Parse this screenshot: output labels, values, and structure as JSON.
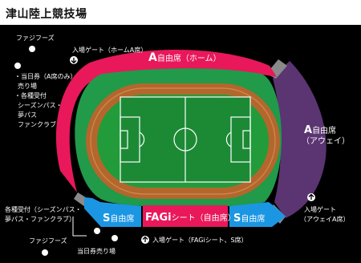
{
  "header": {
    "title": "津山陸上競技場"
  },
  "stands": {
    "a_home": {
      "prefix": "A",
      "suffix": "自由席（ホーム）",
      "color": "#e8185b"
    },
    "a_away_prefix": "A",
    "a_away_line1": "自由席",
    "a_away_line2": "（アウェイ）",
    "a_away_color": "#5b3472",
    "s_left": {
      "prefix": "S",
      "suffix": "自由席"
    },
    "s_right": {
      "prefix": "S",
      "suffix": "自由席"
    },
    "s_color": "#1b96e3",
    "fagi": {
      "prefix": "FAGi",
      "suffix": "シート（自由席）",
      "color": "#e8185b"
    }
  },
  "annotations": {
    "fujifoods_top": "ファジフーズ",
    "home_gate": "入場ゲート（ホームA席）",
    "left_list": [
      "・当日券（A席のみ）",
      "売り場",
      "・各種受付",
      "シーズンパス・",
      "夢パス",
      "ファンクラブ"
    ],
    "bottom_left_1": "各種受付（シーズンパス・",
    "bottom_left_2": "夢パス・ファンクラブ）",
    "fujifoods_bottom": "ファジフーズ",
    "same_day_tickets": "当日券売り場",
    "away_gate_1": "入場ゲート",
    "away_gate_2": "（アウェイA席）",
    "fagi_gate": "入場ゲート（FAGiシート、S席）"
  }
}
